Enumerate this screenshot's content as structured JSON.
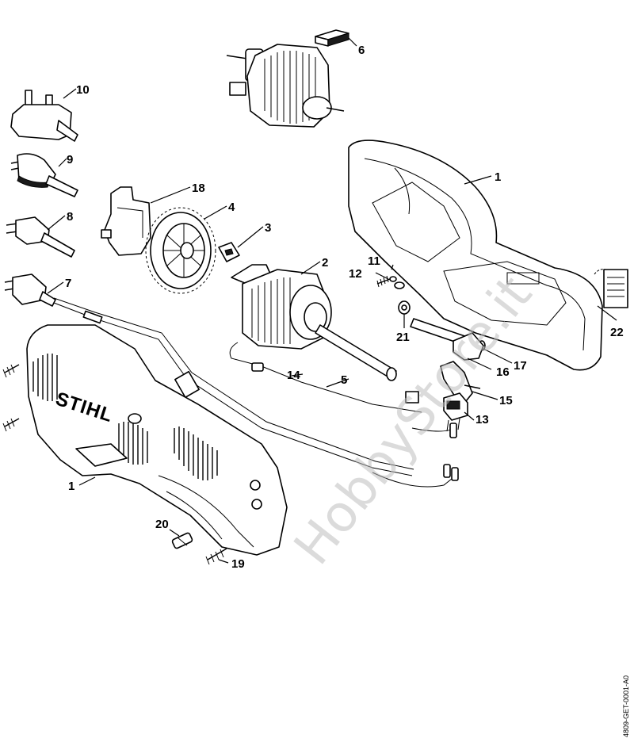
{
  "diagram": {
    "brand_mark": "STIHL",
    "drawing_ref": "4809-GET-0001-A0",
    "watermark": "HobbyStore.it",
    "callouts": [
      {
        "id": "c1a",
        "text": "1"
      },
      {
        "id": "c1b",
        "text": "1"
      },
      {
        "id": "c2",
        "text": "2"
      },
      {
        "id": "c3",
        "text": "3"
      },
      {
        "id": "c4",
        "text": "4"
      },
      {
        "id": "c5",
        "text": "5"
      },
      {
        "id": "c6",
        "text": "6"
      },
      {
        "id": "c7",
        "text": "7"
      },
      {
        "id": "c8",
        "text": "8"
      },
      {
        "id": "c9",
        "text": "9"
      },
      {
        "id": "c10",
        "text": "10"
      },
      {
        "id": "c11",
        "text": "11"
      },
      {
        "id": "c12",
        "text": "12"
      },
      {
        "id": "c13",
        "text": "13"
      },
      {
        "id": "c14",
        "text": "14"
      },
      {
        "id": "c15",
        "text": "15"
      },
      {
        "id": "c16",
        "text": "16"
      },
      {
        "id": "c17",
        "text": "17"
      },
      {
        "id": "c18",
        "text": "18"
      },
      {
        "id": "c19",
        "text": "19"
      },
      {
        "id": "c20",
        "text": "20"
      },
      {
        "id": "c21",
        "text": "21"
      },
      {
        "id": "c22",
        "text": "22"
      }
    ]
  }
}
